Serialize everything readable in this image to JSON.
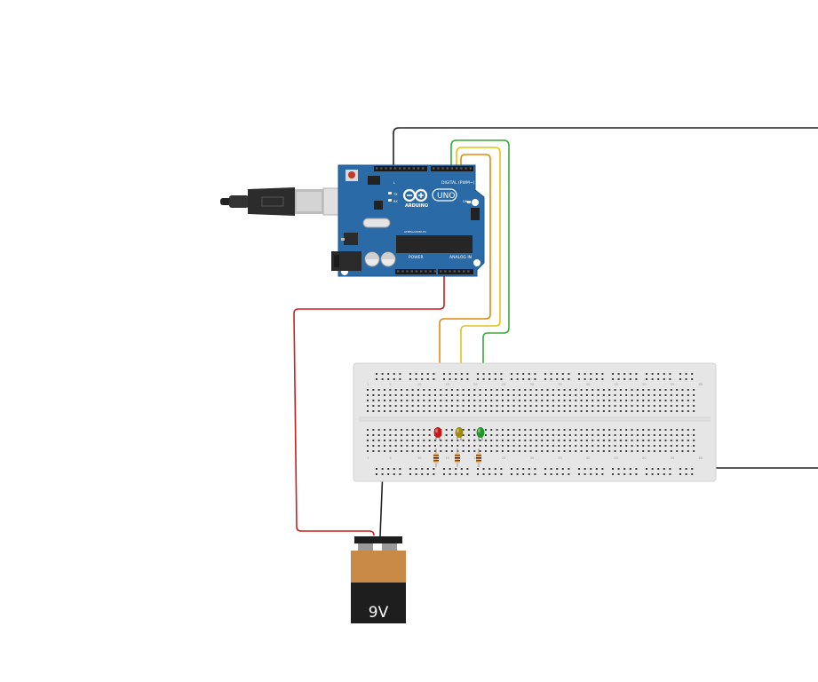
{
  "arduino": {
    "brand": "ARDUINO",
    "model": "UNO",
    "digital_header": "DIGITAL (PWM~)",
    "power_header": "POWER",
    "analog_header": "ANALOG IN",
    "tx_label": "TX",
    "rx_label": "RX",
    "l_label": "L",
    "on_label": "ON"
  },
  "battery": {
    "label": "9V"
  },
  "breadboard": {
    "column_numbers": [
      "1",
      "5",
      "10",
      "15",
      "20",
      "25",
      "30",
      "35",
      "40",
      "45",
      "50",
      "55",
      "60"
    ]
  },
  "leds": [
    {
      "name": "red",
      "color": "#c81a1a"
    },
    {
      "name": "yellow",
      "color": "#a08a10"
    },
    {
      "name": "green",
      "color": "#1f9a2a"
    }
  ],
  "wires": {
    "red": "#c8201f",
    "orange": "#e08a10",
    "yellow": "#e3c21a",
    "green": "#3aaa3a",
    "black": "#222222"
  },
  "colors": {
    "board_blue": "#2a6aa6",
    "breadboard": "#e6e6e6",
    "battery_top": "#c98a48",
    "battery_body": "#1e1e1e"
  }
}
